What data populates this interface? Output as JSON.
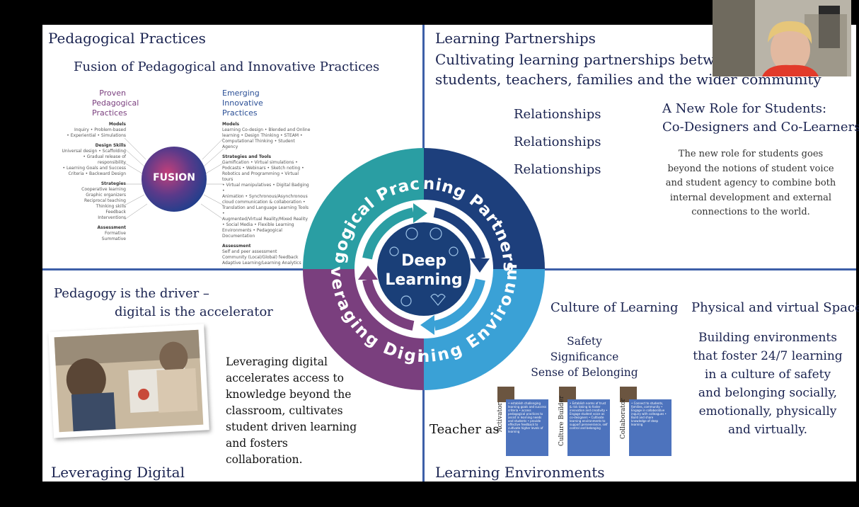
{
  "q1": {
    "title": "Pedagogical Practices",
    "subtitle": "Fusion of Pedagogical and Innovative Practices",
    "proven": [
      "Proven",
      "Pedagogical",
      "Practices"
    ],
    "emerging": [
      "Emerging",
      "Innovative",
      "Practices"
    ],
    "fusion_label": "FUSION",
    "left_list": [
      {
        "h": "Models",
        "items": [
          "Inquiry • Problem-based",
          "• Experiential • Simulations"
        ]
      },
      {
        "h": "Design Skills",
        "items": [
          "Universal design • Scaffolding",
          "• Gradual release of responsibility",
          "• Learning Goals and Success",
          "Criteria • Backward Design"
        ]
      },
      {
        "h": "Strategies",
        "items": [
          "Cooperative learning",
          "Graphic organizers",
          "Reciprocal teaching",
          "Thinking skills",
          "Feedback",
          "Interventions"
        ]
      },
      {
        "h": "Assessment",
        "items": [
          "Formative",
          "Summative"
        ]
      }
    ],
    "right_list": [
      {
        "h": "Models",
        "items": [
          "Learning Co-design • Blended and Online",
          "learning • Design Thinking • STEAM •",
          "Computational Thinking • Student Agency"
        ]
      },
      {
        "h": "Strategies and Tools",
        "items": [
          "Gamification • Virtual simulations •",
          "Podcasts • Webinars • Sketch noting •",
          "Robotics and Programming • Virtual tours",
          "• Virtual manipulatives • Digital Badging •",
          "Animation • Synchronous/Asynchronous",
          "cloud communication & collaboration •",
          "Translation and Language Learning Tools •",
          "Augmented/Virtual Reality/Mixed Reality",
          "• Social Media • Flexible Learning",
          "Environments • Pedagogical",
          "Documentation"
        ]
      },
      {
        "h": "Assessment",
        "items": [
          "Self and peer assessment",
          "Community (Local/Global) feedback",
          "Adaptive Learning/Learning Analytics"
        ]
      }
    ]
  },
  "q2": {
    "title": "Learning Partnerships",
    "subtitle_line1": "Cultivating learning partnerships between",
    "subtitle_line2": "students, teachers, families and the wider community",
    "relationships": [
      "Relationships",
      "Relationships",
      "Relationships"
    ],
    "role_title_1": "A New Role for Students:",
    "role_title_2": "Co-Designers and Co-Learners",
    "role_body": [
      "The new role for students goes",
      "beyond the notions of student voice",
      "and student agency to combine both",
      "internal development and external",
      "connections to the world."
    ]
  },
  "q3": {
    "heading_1": "Pedagogy is the driver –",
    "heading_2": "digital is the accelerator",
    "body": [
      "Leveraging digital",
      "accelerates access to",
      "knowledge beyond the",
      "classroom, cultivates",
      "student driven learning",
      "and fosters",
      "collaboration."
    ],
    "footer": "Leveraging Digital"
  },
  "q4": {
    "culture_title": "Culture of Learning",
    "culture_items": [
      "Safety",
      "Significance",
      "Sense of Belonging"
    ],
    "teacher_as": "Teacher as",
    "roles": [
      {
        "name": "Activator",
        "text": "• establish challenging learning goals and success criteria • access pedagogical practices to assist in learning needs and students • provide effective feedback to cultivate higher levels of learning"
      },
      {
        "name": "Culture Builder",
        "text": "• Establish norms of trust & risk taking to foster innovation and creativity • Engage student voice as co-designers • Cultivate learning environments to support perseverance, self control and belonging"
      },
      {
        "name": "Collaborator",
        "text": "• Connect to students, families, community • Engage in collaborative inquiry with colleagues • Build and share knowledge of deep learning"
      }
    ],
    "space_title": "Physical and virtual Space",
    "space_body": [
      "Building environments",
      "that foster 24/7 learning",
      "in a culture of safety",
      "and belonging  socially,",
      "emotionally, physically",
      "and virtually."
    ],
    "footer": "Learning Environments"
  },
  "wheel": {
    "center": [
      "Deep",
      "Learning"
    ],
    "segments": [
      "Pedagogical Practices",
      "Learning Partnerships",
      "Leveraging Digital",
      "Learning Environments"
    ],
    "colors": {
      "teal": "#2a9ea3",
      "navy": "#1d3f7c",
      "purple": "#7a3f7e",
      "sky": "#3aa1d6",
      "center": "#1a3f78"
    }
  }
}
